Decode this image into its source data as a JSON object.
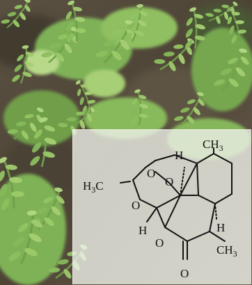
{
  "scene": {
    "subject": "foliage",
    "colors": {
      "soil_dark": "#4e4436",
      "soil_mid": "#6b604f",
      "leaf_light": "#a7cf74",
      "leaf_mid": "#7fb257",
      "leaf_dark": "#4f7f3a",
      "panel": "#eef0e8",
      "ink": "#111111"
    }
  },
  "structure": {
    "labels": {
      "ch3_top": "CH",
      "ch3_top_sub": "3",
      "h_top": "H",
      "o_ring_left": "O",
      "o_ring_right": "O",
      "h3c_prefix": "H",
      "h3c_sub": "3",
      "h3c_suffix": "C",
      "o_ether": "O",
      "h_right": "H",
      "h_bottom_left": "H",
      "o_lactone": "O",
      "ch3_right": "CH",
      "ch3_right_sub": "3",
      "o_carbonyl": "O"
    }
  }
}
